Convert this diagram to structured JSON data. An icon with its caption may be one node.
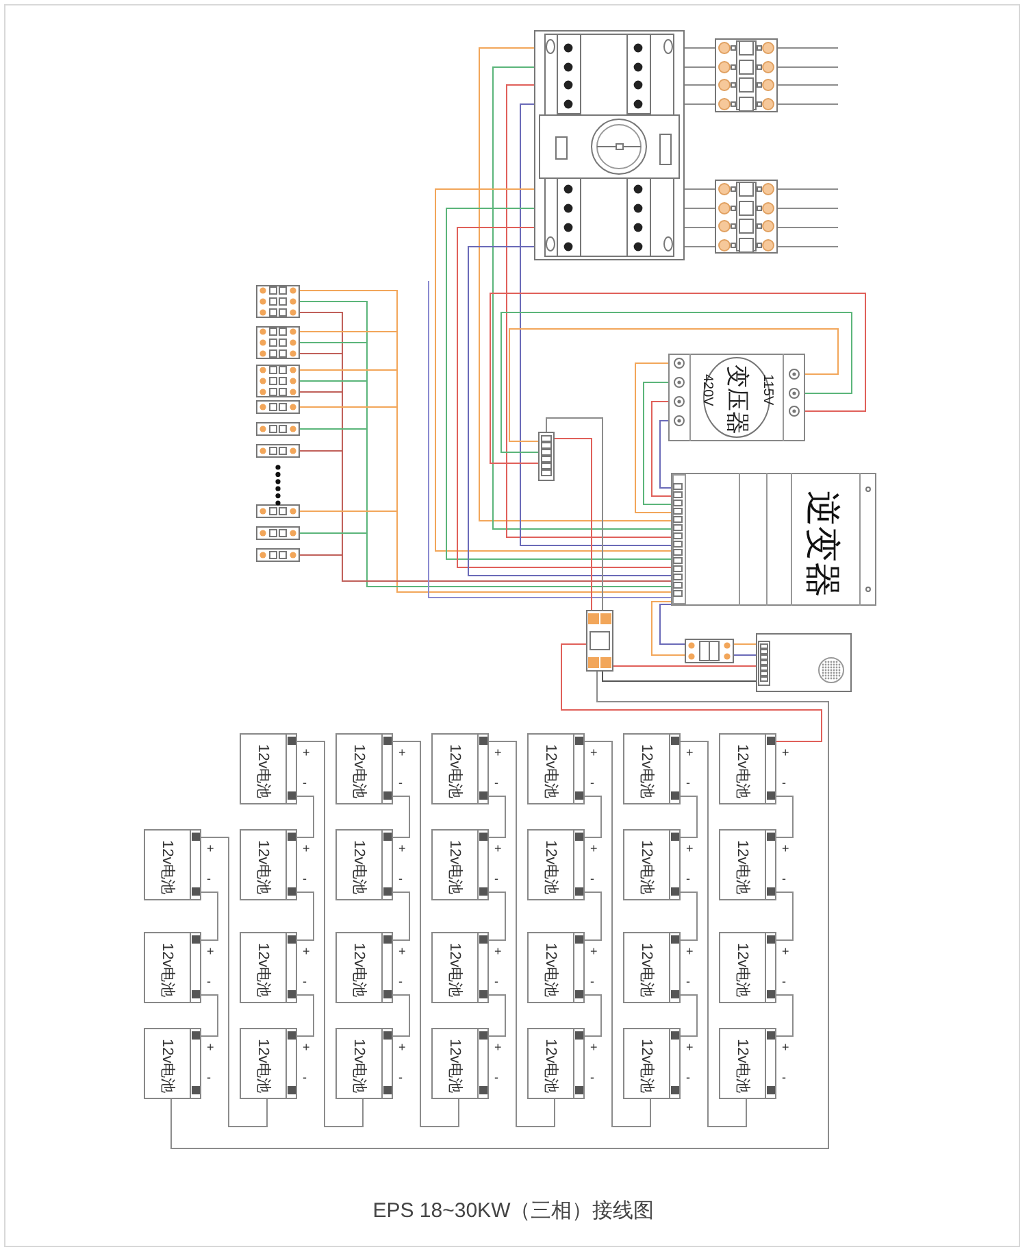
{
  "diagram": {
    "caption": "EPS 18~30KW（三相）接线图",
    "nodes": [
      {
        "text": [],
        "shape": "box"
      },
      {
        "text": [],
        "shape": "box"
      },
      {
        "text": [],
        "shape": "box"
      },
      {
        "text": [],
        "shape": "box"
      },
      {
        "text": [],
        "shape": "box"
      },
      {
        "text": [],
        "shape": "box"
      },
      {
        "text": [],
        "shape": "box"
      },
      {
        "text": [],
        "shape": "box"
      },
      {
        "text": [],
        "shape": "box"
      },
      {
        "text": [],
        "shape": "box"
      },
      {
        "text": [],
        "shape": "box"
      },
      {
        "text": [],
        "shape": "box"
      },
      {
        "text": [],
        "shape": "box"
      },
      {
        "text": [
          "变压器",
          "420V",
          "115V"
        ]
      },
      {
        "text": [
          "逆变器"
        ]
      },
      {
        "text": [],
        "shape": "box"
      },
      {
        "text": [],
        "shape": "box"
      },
      {
        "text": [],
        "shape": "box"
      },
      {
        "text": [
          "12v电池"
        ],
        "beside": [
          "+",
          "-"
        ]
      },
      {
        "text": [
          "12v电池"
        ],
        "beside": [
          "+",
          "-"
        ]
      },
      {
        "text": [
          "12v电池"
        ],
        "beside": [
          "+",
          "-"
        ]
      },
      {
        "text": [
          "12v电池"
        ],
        "beside": [
          "+",
          "-"
        ]
      },
      {
        "text": [
          "12v电池"
        ],
        "beside": [
          "+",
          "-"
        ]
      },
      {
        "text": [
          "12v电池"
        ],
        "beside": [
          "+",
          "-"
        ]
      },
      {
        "text": [
          "12v电池"
        ],
        "beside": [
          "+",
          "-"
        ]
      },
      {
        "text": [
          "12v电池"
        ],
        "beside": [
          "+",
          "-"
        ]
      },
      {
        "text": [
          "12v电池"
        ],
        "beside": [
          "+",
          "-"
        ]
      },
      {
        "text": [
          "12v电池"
        ],
        "beside": [
          "+",
          "-"
        ]
      },
      {
        "text": [
          "12v电池"
        ],
        "beside": [
          "+",
          "-"
        ]
      },
      {
        "text": [
          "12v电池"
        ],
        "beside": [
          "+",
          "-"
        ]
      },
      {
        "text": [
          "12v电池"
        ],
        "beside": [
          "+",
          "-"
        ]
      },
      {
        "text": [
          "12v电池"
        ],
        "beside": [
          "+",
          "-"
        ]
      },
      {
        "text": [
          "12v电池"
        ],
        "beside": [
          "+",
          "-"
        ]
      },
      {
        "text": [
          "12v电池"
        ],
        "beside": [
          "+",
          "-"
        ]
      },
      {
        "text": [
          "12v电池"
        ],
        "beside": [
          "+",
          "-"
        ]
      },
      {
        "text": [
          "12v电池"
        ],
        "beside": [
          "+",
          "-"
        ]
      },
      {
        "text": [
          "12v电池"
        ],
        "beside": [
          "+",
          "-"
        ]
      },
      {
        "text": [
          "12v电池"
        ],
        "beside": [
          "+",
          "-"
        ]
      },
      {
        "text": [
          "12v电池"
        ],
        "beside": [
          "+",
          "-"
        ]
      },
      {
        "text": [
          "12v电池"
        ],
        "beside": [
          "+",
          "-"
        ]
      },
      {
        "text": [
          "12v电池"
        ],
        "beside": [
          "+",
          "-"
        ]
      },
      {
        "text": [
          "12v电池"
        ],
        "beside": [
          "+",
          "-"
        ]
      },
      {
        "text": [
          "12v电池"
        ],
        "beside": [
          "+",
          "-"
        ]
      },
      {
        "text": [
          "12v电池"
        ],
        "beside": [
          "+",
          "-"
        ]
      },
      {
        "text": [
          "12v电池"
        ],
        "beside": [
          "+",
          "-"
        ]
      }
    ],
    "edges": [
      {
        "from": 0,
        "to": 1,
        "arrow": "none"
      },
      {
        "from": 0,
        "to": 1,
        "arrow": "none"
      },
      {
        "from": 0,
        "to": 1,
        "arrow": "none"
      },
      {
        "from": 0,
        "to": 1,
        "arrow": "none"
      },
      {
        "from": 0,
        "to": 2,
        "arrow": "none"
      },
      {
        "from": 0,
        "to": 2,
        "arrow": "none"
      },
      {
        "from": 0,
        "to": 2,
        "arrow": "none"
      },
      {
        "from": 0,
        "to": 2,
        "arrow": "none"
      },
      {
        "from": 14,
        "to": 0,
        "arrow": "none",
        "color": "#f2a65a"
      },
      {
        "from": 14,
        "to": 0,
        "arrow": "none",
        "color": "#5bb57a"
      },
      {
        "from": 14,
        "to": 0,
        "arrow": "none",
        "color": "#e0605a"
      },
      {
        "from": 14,
        "to": 0,
        "arrow": "none",
        "color": "#6a6ab8"
      },
      {
        "from": 14,
        "to": 0,
        "arrow": "none",
        "color": "#f2a65a"
      },
      {
        "from": 14,
        "to": 0,
        "arrow": "none",
        "color": "#5bb57a"
      },
      {
        "from": 14,
        "to": 0,
        "arrow": "none",
        "color": "#e0605a"
      },
      {
        "from": 14,
        "to": 0,
        "arrow": "none",
        "color": "#6a6ab8"
      },
      {
        "from": 14,
        "to": 3,
        "arrow": "none",
        "color": "#c0605a"
      },
      {
        "from": 14,
        "to": 3,
        "arrow": "none",
        "color": "#5bb57a"
      },
      {
        "from": 14,
        "to": 3,
        "arrow": "none",
        "color": "#f2a65a"
      },
      {
        "from": 14,
        "to": 4,
        "arrow": "none",
        "color": "#c0605a"
      },
      {
        "from": 14,
        "to": 4,
        "arrow": "none",
        "color": "#5bb57a"
      },
      {
        "from": 14,
        "to": 4,
        "arrow": "none",
        "color": "#f2a65a"
      },
      {
        "from": 14,
        "to": 5,
        "arrow": "none",
        "color": "#c0605a"
      },
      {
        "from": 14,
        "to": 5,
        "arrow": "none",
        "color": "#5bb57a"
      },
      {
        "from": 14,
        "to": 5,
        "arrow": "none",
        "color": "#f2a65a"
      },
      {
        "from": 14,
        "to": 6,
        "arrow": "none",
        "color": "#f2a65a"
      },
      {
        "from": 14,
        "to": 7,
        "arrow": "none",
        "color": "#5bb57a"
      },
      {
        "from": 14,
        "to": 8,
        "arrow": "none",
        "color": "#c0605a"
      },
      {
        "from": 14,
        "to": 9,
        "arrow": "none",
        "color": "#f2a65a"
      },
      {
        "from": 14,
        "to": 10,
        "arrow": "none",
        "color": "#5bb57a"
      },
      {
        "from": 14,
        "to": 11,
        "arrow": "none",
        "color": "#c0605a"
      },
      {
        "from": 14,
        "to": null,
        "arrow": "none",
        "color": "#8a8ad0"
      },
      {
        "from": 13,
        "to": 14,
        "arrow": "none",
        "color": "#f2a65a"
      },
      {
        "from": 13,
        "to": 14,
        "arrow": "none",
        "color": "#5bb57a"
      },
      {
        "from": 13,
        "to": 14,
        "arrow": "none",
        "color": "#e0605a"
      },
      {
        "from": 13,
        "to": 14,
        "arrow": "none",
        "color": "#6a6ab8"
      },
      {
        "from": 13,
        "to": 12,
        "arrow": "none",
        "color": "#f2a65a"
      },
      {
        "from": 13,
        "to": 12,
        "arrow": "none",
        "color": "#5bb57a"
      },
      {
        "from": 13,
        "to": 12,
        "arrow": "none",
        "color": "#e0605a"
      },
      {
        "from": 12,
        "to": 15,
        "arrow": "none",
        "color": "#e0605a"
      },
      {
        "from": 12,
        "to": 15,
        "arrow": "none"
      },
      {
        "from": 14,
        "to": 16,
        "arrow": "none",
        "color": "#f2a65a"
      },
      {
        "from": 14,
        "to": 16,
        "arrow": "none",
        "color": "#6a6ab8"
      },
      {
        "from": 16,
        "to": 17,
        "arrow": "none",
        "color": "#f2a65a"
      },
      {
        "from": 16,
        "to": 17,
        "arrow": "none",
        "color": "#6a6ab8"
      },
      {
        "from": 17,
        "to": 15,
        "arrow": "none",
        "color": "#e0605a"
      },
      {
        "from": 17,
        "to": 15,
        "arrow": "none",
        "color": "#555555"
      },
      {
        "from": 15,
        "to": 41,
        "arrow": "none",
        "color": "#e0605a"
      },
      {
        "from": 20,
        "to": 15,
        "arrow": "none"
      },
      {
        "from": 18,
        "to": 19,
        "arrow": "none"
      },
      {
        "from": 19,
        "to": 20,
        "arrow": "none"
      },
      {
        "from": 21,
        "to": 22,
        "arrow": "none"
      },
      {
        "from": 22,
        "to": 23,
        "arrow": "none"
      },
      {
        "from": 23,
        "to": 24,
        "arrow": "none"
      },
      {
        "from": 25,
        "to": 26,
        "arrow": "none"
      },
      {
        "from": 26,
        "to": 27,
        "arrow": "none"
      },
      {
        "from": 27,
        "to": 28,
        "arrow": "none"
      },
      {
        "from": 29,
        "to": 30,
        "arrow": "none"
      },
      {
        "from": 30,
        "to": 31,
        "arrow": "none"
      },
      {
        "from": 31,
        "to": 32,
        "arrow": "none"
      },
      {
        "from": 33,
        "to": 34,
        "arrow": "none"
      },
      {
        "from": 34,
        "to": 35,
        "arrow": "none"
      },
      {
        "from": 35,
        "to": 36,
        "arrow": "none"
      },
      {
        "from": 37,
        "to": 38,
        "arrow": "none"
      },
      {
        "from": 38,
        "to": 39,
        "arrow": "none"
      },
      {
        "from": 39,
        "to": 40,
        "arrow": "none"
      },
      {
        "from": 41,
        "to": 42,
        "arrow": "none"
      },
      {
        "from": 42,
        "to": 43,
        "arrow": "none"
      },
      {
        "from": 43,
        "to": 44,
        "arrow": "none"
      },
      {
        "from": 24,
        "to": 18,
        "arrow": "none"
      },
      {
        "from": 28,
        "to": 21,
        "arrow": "none"
      },
      {
        "from": 32,
        "to": 25,
        "arrow": "none"
      },
      {
        "from": 36,
        "to": 29,
        "arrow": "none"
      },
      {
        "from": 40,
        "to": 33,
        "arrow": "none"
      },
      {
        "from": 44,
        "to": 37,
        "arrow": "none"
      },
      {
        "from": 1,
        "to": null,
        "arrow": "none"
      },
      {
        "from": 1,
        "to": null,
        "arrow": "none"
      },
      {
        "from": 1,
        "to": null,
        "arrow": "none"
      },
      {
        "from": 1,
        "to": null,
        "arrow": "none"
      },
      {
        "from": 2,
        "to": null,
        "arrow": "none"
      },
      {
        "from": 2,
        "to": null,
        "arrow": "none"
      },
      {
        "from": 2,
        "to": null,
        "arrow": "none"
      },
      {
        "from": 2,
        "to": null,
        "arrow": "none"
      }
    ]
  }
}
